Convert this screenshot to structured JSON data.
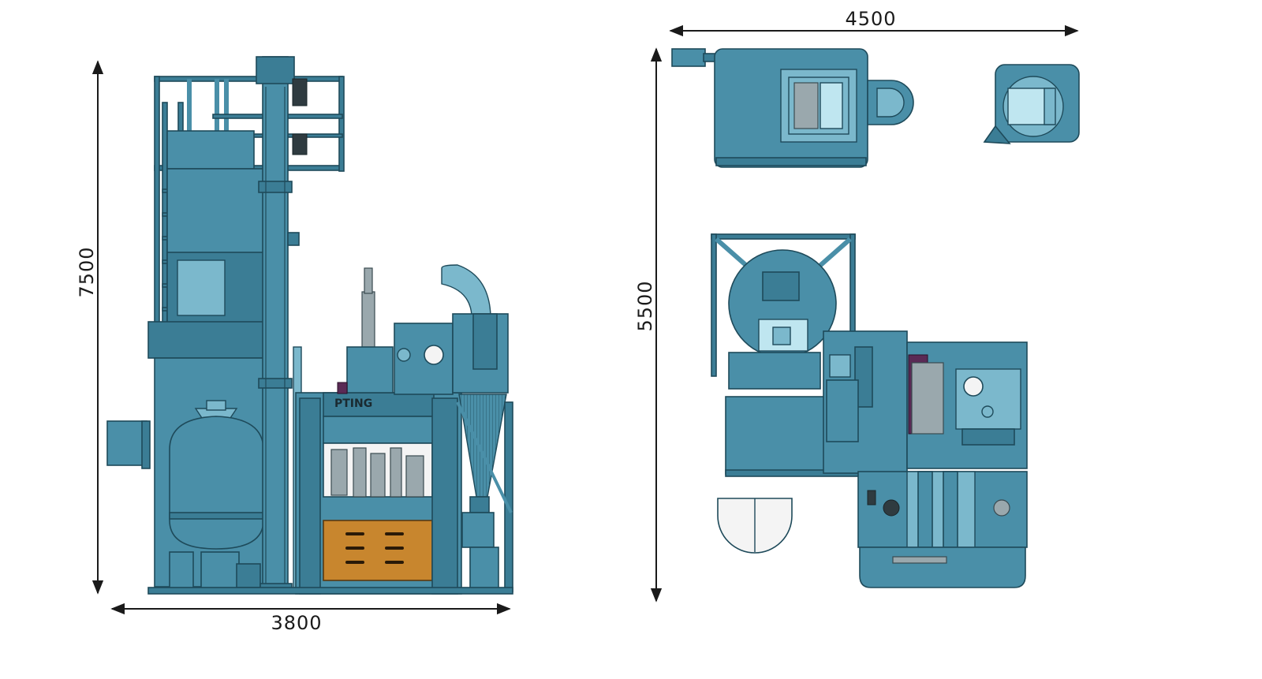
{
  "dimensions": {
    "side_view_height": "7500",
    "side_view_width": "3800",
    "plan_view_width": "4500",
    "plan_view_depth": "5500"
  },
  "brand_plate": "PTING",
  "colors": {
    "machine_blue": "#4a8fa8",
    "outline": "#1e4a5a",
    "door_orange": "#c8862e",
    "dimension_line": "#1a1a1a"
  }
}
